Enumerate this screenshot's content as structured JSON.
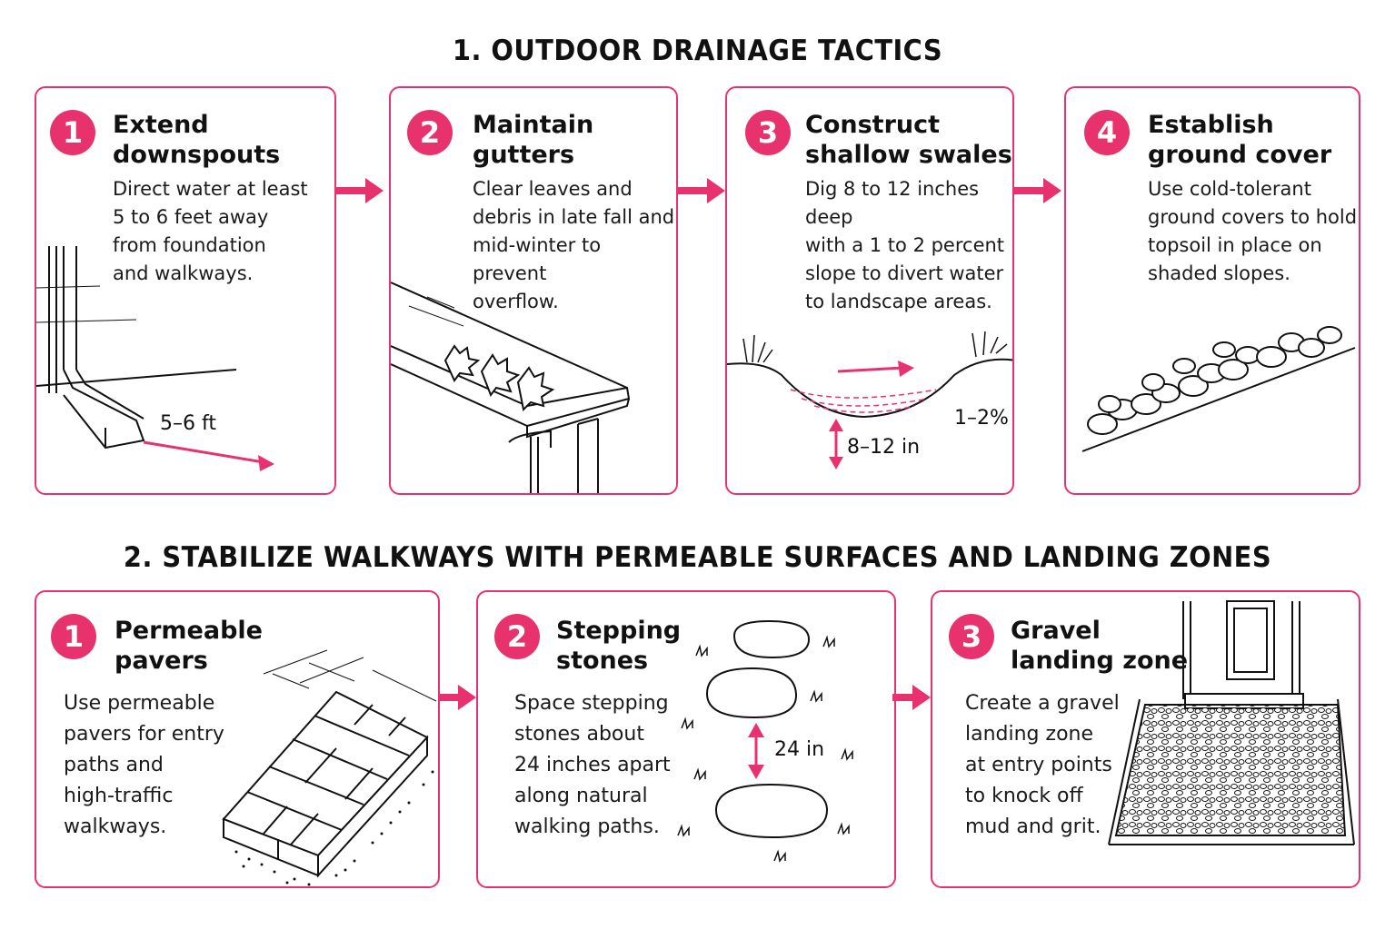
{
  "section1": {
    "title": "1. OUTDOOR DRAINAGE TACTICS",
    "cards": [
      {
        "number": "1",
        "title": "Extend\ndownspouts",
        "description": "Direct water at least\n5 to 6 feet away\nfrom foundation\nand walkways.",
        "label": "5–6 ft"
      },
      {
        "number": "2",
        "title": "Maintain\ngutters",
        "description": "Clear leaves and\ndebris in late fall and\nmid-winter to prevent\noverflow."
      },
      {
        "number": "3",
        "title": "Construct\nshallow swales",
        "description": "Dig 8 to 12 inches deep\nwith a 1 to 2 percent\nslope to divert water\nto landscape areas.",
        "depth_label": "8–12 in",
        "slope_label": "1–2%"
      },
      {
        "number": "4",
        "title": "Establish\nground cover",
        "description": "Use cold-tolerant\nground covers to hold\ntopsoil in place on\nshaded slopes."
      }
    ]
  },
  "section2": {
    "title": "2. STABILIZE WALKWAYS WITH PERMEABLE SURFACES AND LANDING ZONES",
    "cards": [
      {
        "number": "1",
        "title": "Permeable\npavers",
        "description": "Use permeable\npavers for entry\npaths and\nhigh-traffic\nwalkways."
      },
      {
        "number": "2",
        "title": "Stepping\nstones",
        "description": "Space stepping\nstones about\n24 inches apart\nalong natural\nwalking paths.",
        "spacing_label": "24 in"
      },
      {
        "number": "3",
        "title": "Gravel\nlanding zone",
        "description": "Create a gravel\nlanding zone\nat entry points\nto knock off\nmud and grit."
      }
    ]
  },
  "colors": {
    "accent": "#e8326e",
    "ink": "#111111"
  },
  "icons": [
    "downspout-icon",
    "gutter-leaves-icon",
    "swale-icon",
    "ground-cover-icon",
    "pavers-icon",
    "stepping-stones-icon",
    "gravel-door-icon",
    "arrow-right-icon"
  ]
}
